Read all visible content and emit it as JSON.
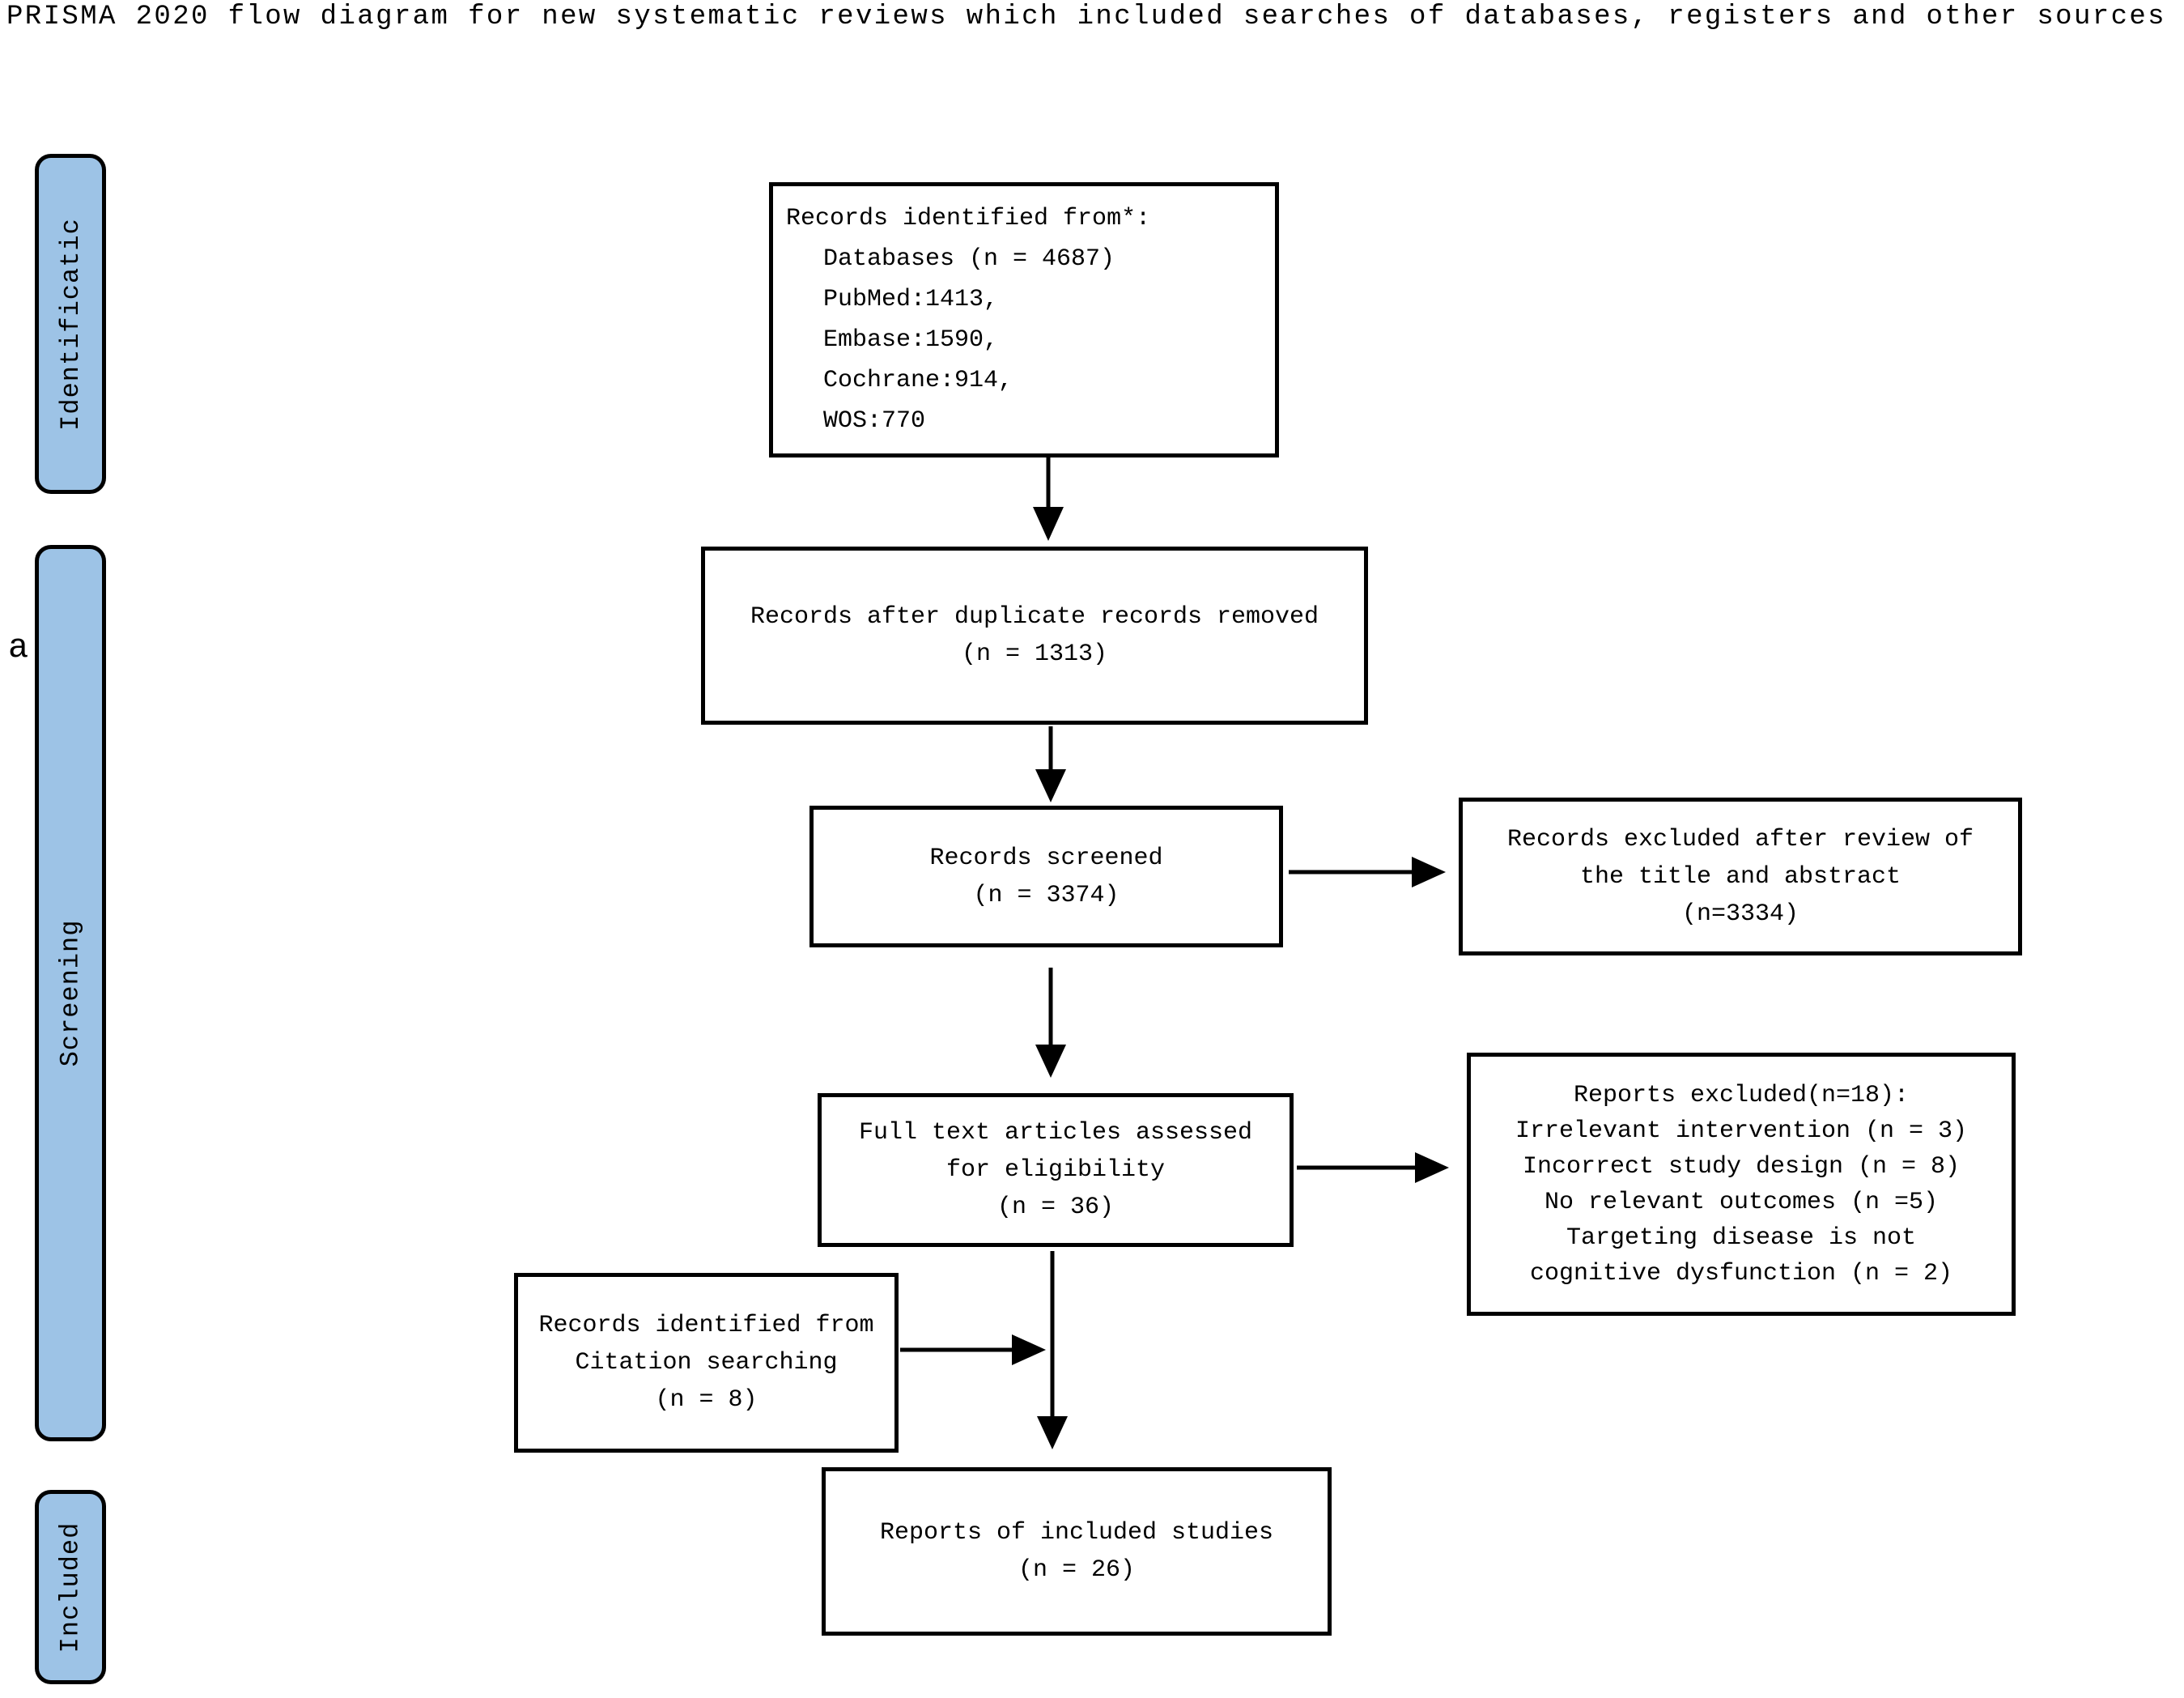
{
  "page_title": "PRISMA 2020 flow diagram for new systematic reviews which included searches of databases, registers and other sources",
  "side_note": "a",
  "colors": {
    "stage_fill": "#9DC3E6",
    "line": "#000000",
    "box_background": "#FFFFFF",
    "text": "#000000"
  },
  "sidebar": {
    "stages": [
      {
        "label": "Identificatic"
      },
      {
        "label": "Screening"
      },
      {
        "label": "Included"
      }
    ]
  },
  "flow": {
    "records_identified": {
      "lines": [
        "Records identified from*:",
        "Databases (n = 4687)",
        "PubMed:1413,",
        "Embase:1590,",
        "Cochrane:914,",
        "WOS:770"
      ]
    },
    "duplicates_removed": {
      "lines": [
        "Records after duplicate records removed",
        "(n = 1313)"
      ]
    },
    "records_screened": {
      "lines": [
        "Records screened",
        "(n = 3374)"
      ]
    },
    "records_excluded": {
      "lines": [
        "Records excluded after review of",
        "the title and abstract",
        "(n=3334)"
      ]
    },
    "fulltext_assessed": {
      "lines": [
        "Full text articles assessed",
        "for eligibility",
        "(n = 36)"
      ]
    },
    "reports_excluded": {
      "lines": [
        "Reports excluded(n=18):",
        "Irrelevant intervention (n = 3)",
        "Incorrect study design (n = 8)",
        "No relevant outcomes (n =5)",
        "Targeting disease is not",
        "cognitive dysfunction (n = 2)"
      ]
    },
    "citation_searching": {
      "lines": [
        "Records identified from",
        "Citation searching",
        "(n = 8)"
      ]
    },
    "included_studies": {
      "lines": [
        "Reports of included studies",
        "(n = 26)"
      ]
    }
  }
}
